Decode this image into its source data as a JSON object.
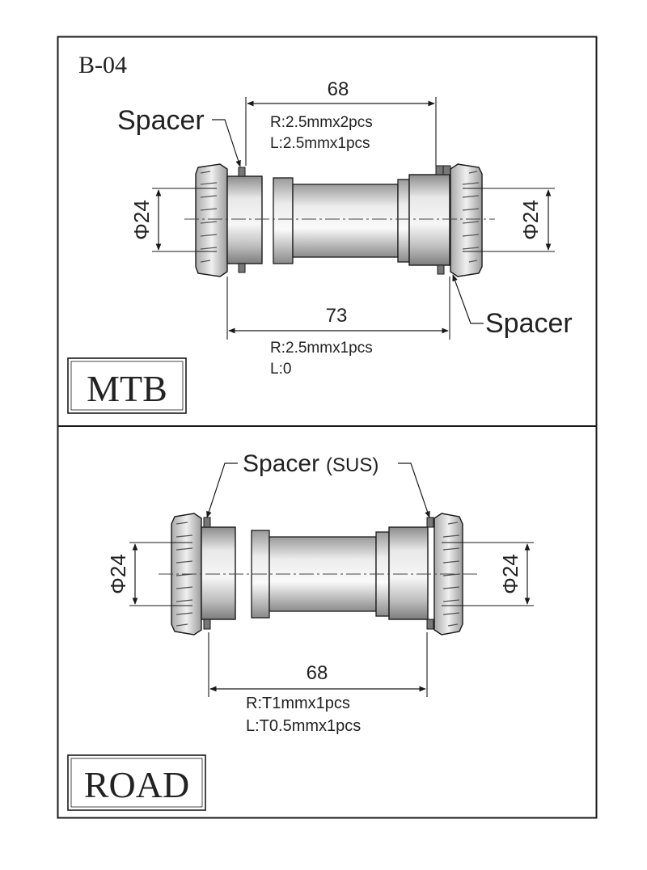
{
  "drawing_code": "B-04",
  "mtb": {
    "label": "MTB",
    "spacer_top": "Spacer",
    "spacer_bottom": "Spacer",
    "top_dimension": "68",
    "top_note_r": "R:2.5mmx2pcs",
    "top_note_l": "L:2.5mmx1pcs",
    "bottom_dimension": "73",
    "bottom_note_r": "R:2.5mmx1pcs",
    "bottom_note_l": "L:0",
    "diameter_left": "Φ24",
    "diameter_right": "Φ24"
  },
  "road": {
    "label": "ROAD",
    "spacer_label": "Spacer",
    "spacer_material": "(SUS)",
    "dimension": "68",
    "note_r": "R:T1mmx1pcs",
    "note_l": "L:T0.5mmx1pcs",
    "diameter_left": "Φ24",
    "diameter_right": "Φ24"
  },
  "colors": {
    "line": "#1a1a1a",
    "part_fill": "#dcdcdc",
    "part_dark": "#9a9a9a"
  }
}
